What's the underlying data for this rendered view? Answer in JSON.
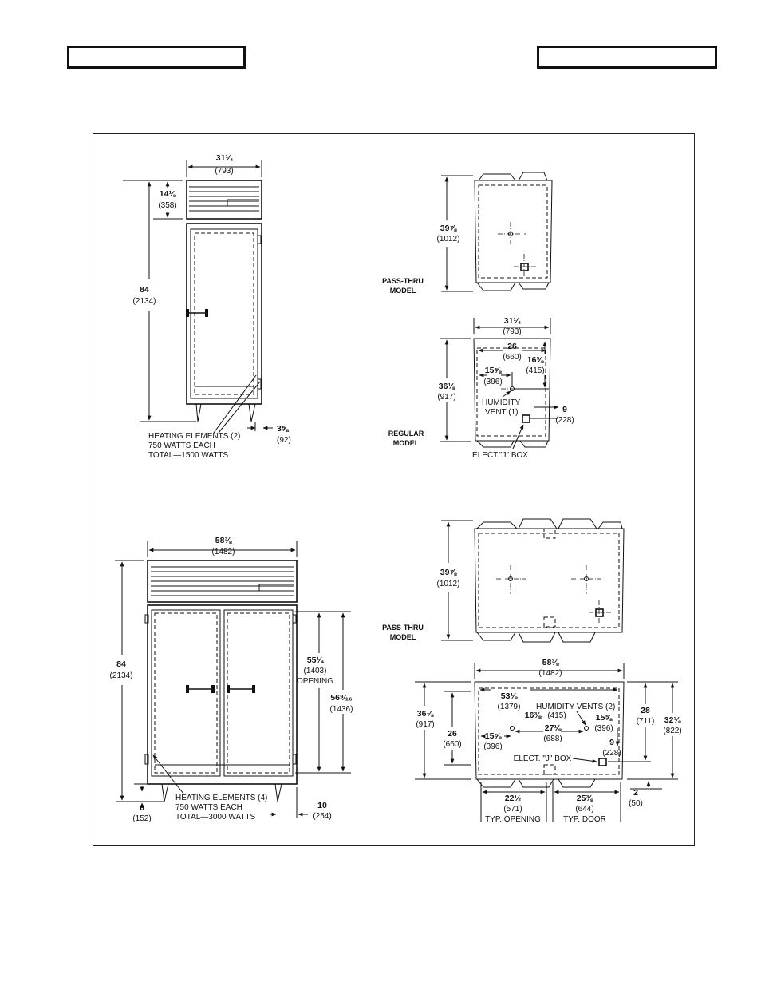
{
  "header": {
    "left_box": "",
    "right_box": ""
  },
  "single_door": {
    "width_in": "31¼",
    "width_mm": "(793)",
    "top_in": "14⅛",
    "top_mm": "(358)",
    "height_in": "84",
    "height_mm": "(2134)",
    "leg_in": "3⅝",
    "leg_mm": "(92)",
    "heating": [
      "HEATING ELEMENTS (2)",
      "750 WATTS EACH",
      "TOTAL—1500 WATTS"
    ]
  },
  "pass_thru_1": {
    "label": [
      "PASS-THRU",
      "MODEL"
    ],
    "depth_in": "39⅞",
    "depth_mm": "(1012)"
  },
  "regular_1": {
    "label": [
      "REGULAR",
      "MODEL"
    ],
    "width_in": "31¼",
    "width_mm": "(793)",
    "depth_in": "36⅛",
    "depth_mm": "(917)",
    "d26_in": "26",
    "d26_mm": "(660)",
    "d16_in": "16⅜",
    "d16_mm": "(415)",
    "d15_in": "15⅝",
    "d15_mm": "(396)",
    "vent": [
      "HUMIDITY",
      "VENT (1)"
    ],
    "d9_in": "9",
    "d9_mm": "(228)",
    "jbox": "ELECT.\"J\" BOX"
  },
  "double_door": {
    "width_in": "58⅜",
    "width_mm": "(1482)",
    "height_in": "84",
    "height_mm": "(2134)",
    "open_in": "55¼",
    "open_mm": "(1403)",
    "open_label": "OPENING",
    "h2_in": "56⁹⁄₁₆",
    "h2_mm": "(1436)",
    "leg_in": "6",
    "leg_mm": "(152)",
    "d10_in": "10",
    "d10_mm": "(254)",
    "heating": [
      "HEATING ELEMENTS (4)",
      "750 WATTS EACH",
      "TOTAL—3000 WATTS"
    ]
  },
  "pass_thru_2": {
    "label": [
      "PASS-THRU",
      "MODEL"
    ],
    "depth_in": "39⅞",
    "depth_mm": "(1012)"
  },
  "regular_2": {
    "width_in": "58⅜",
    "width_mm": "(1482)",
    "d53_in": "53⅛",
    "d53_mm": "(1379)",
    "vents": "HUMIDITY VENTS (2)",
    "d16_in": "16⅜",
    "d16_mm": "(415)",
    "d15r_in": "15⅝",
    "d15r_mm": "(396)",
    "d27_in": "27⅛",
    "d27_mm": "(688)",
    "d15l_in": "15⅝",
    "d15l_mm": "(396)",
    "depth_in": "36⅛",
    "depth_mm": "(917)",
    "d26_in": "26",
    "d26_mm": "(660)",
    "d28_in": "28",
    "d28_mm": "(711)",
    "d32_in": "32⅜",
    "d32_mm": "(822)",
    "d9_in": "9",
    "d9_mm": "(228)",
    "jbox": "ELECT. \"J\" BOX",
    "d2_in": "2",
    "d2_mm": "(50)",
    "open_in": "22½",
    "open_mm": "(571)",
    "open_label": "TYP. OPENING",
    "door_in": "25⅜",
    "door_mm": "(644)",
    "door_label": "TYP. DOOR"
  }
}
